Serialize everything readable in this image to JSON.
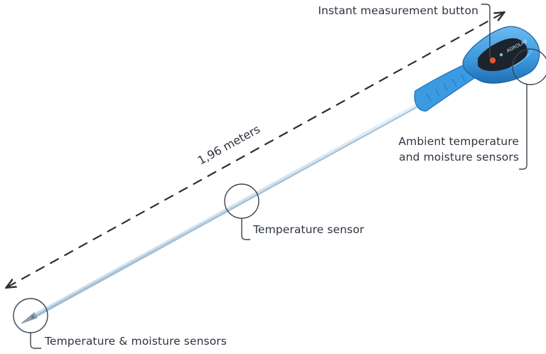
{
  "dimension": {
    "label": "1,96 meters"
  },
  "callouts": {
    "button": "Instant measurement button",
    "ambient_line1": "Ambient temperature",
    "ambient_line2": "and moisture sensors",
    "mid_sensor": "Temperature sensor",
    "tip_sensors": "Temperature & moisture sensors"
  },
  "device": {
    "brand_text": "AGROLAB",
    "body_color": "#3d9be0",
    "dark_color": "#1f6fb4",
    "button_color": "#e05a2a",
    "rod_color": "#c9dbe9"
  },
  "colors": {
    "text": "#2d3440",
    "leader": "#3b4350",
    "dash": "#2b2f36"
  }
}
